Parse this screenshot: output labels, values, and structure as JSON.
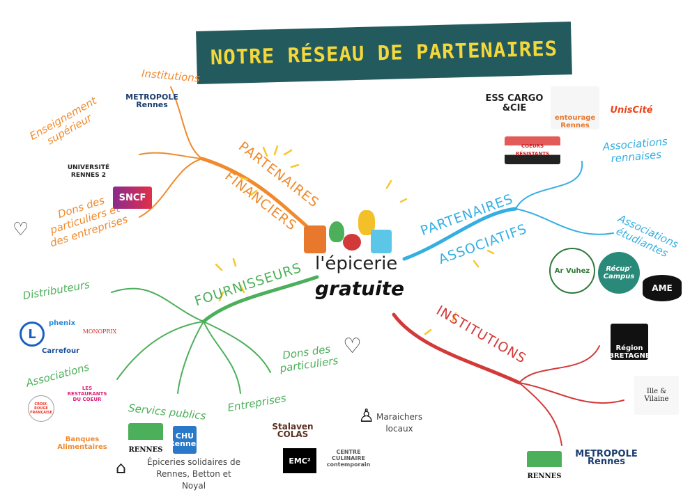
{
  "title": "NOTRE RÉSEAU DE PARTENAIRES",
  "center": {
    "line1": "l'épicerie",
    "line2": "gratuite"
  },
  "colors": {
    "financiers": "#f08a2c",
    "associatifs": "#35aee2",
    "institutions": "#d23a3a",
    "fournisseurs": "#4caf5a",
    "banner": "#235a5e",
    "banner_text": "#f4d83a"
  },
  "financiers": {
    "title1": "PARTENAIRES",
    "title2": "FINANCIERS",
    "branches": [
      "Institutions",
      "Enseignement supérieur",
      "Dons des particuliers et des entreprises"
    ],
    "logos": [
      "METROPOLE Rennes",
      "UNIVERSITÉ RENNES 2",
      "SNCF"
    ],
    "icon": "handshake-heart-icon"
  },
  "associatifs": {
    "title1": "PARTENAIRES",
    "title2": "ASSOCIATIFS",
    "branches": [
      "Associations rennaises",
      "Associations étudiantes"
    ],
    "logos_rennaises": [
      "ESS CARGO &CIE",
      "entourage Rennes",
      "UnisCité",
      "COEURS RÉSISTANTS"
    ],
    "logos_etudiantes": [
      "Ar Vuhez",
      "Récup' Campus",
      "AME"
    ]
  },
  "institutions": {
    "title": "INSTITUTIONS",
    "logos": [
      "Région BRETAGNE",
      "Ille & Vilaine",
      "RENNES",
      "METROPOLE Rennes"
    ]
  },
  "fournisseurs": {
    "title": "FOURNISSEURS",
    "branches": [
      "Distributeurs",
      "Associations",
      "Servics publics",
      "Entreprises",
      "Dons des particuliers"
    ],
    "distributeurs": [
      "phenix",
      "MONOPRIX",
      "L",
      "Carrefour"
    ],
    "associations": [
      "CROIX-ROUGE FRANÇAISE",
      "LES RESTAURANTS DU COEUR",
      "Banques Alimentaires"
    ],
    "services": [
      "RENNES",
      "CHU Rennes"
    ],
    "epiceries": "Épiceries solidaires de Rennes, Betton et Noyal",
    "entreprises": [
      "Stalaven COLAS",
      "CENTRE CULINAIRE contemporain",
      "EMC²"
    ],
    "maraichers": "Maraichers locaux"
  }
}
